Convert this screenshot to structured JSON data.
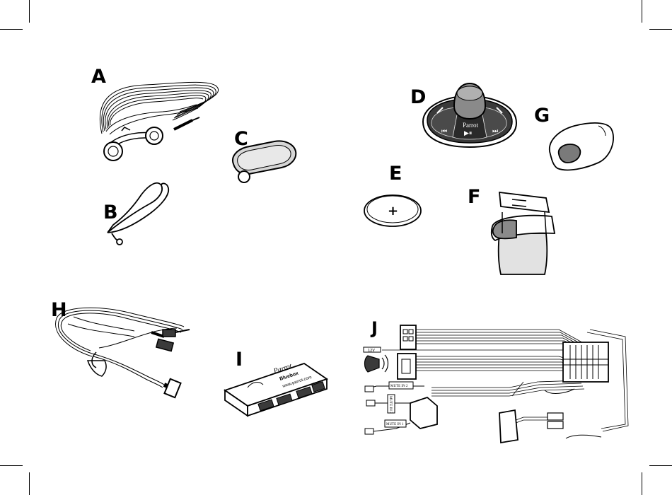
{
  "labels": {
    "a": "A",
    "b": "B",
    "c": "C",
    "d": "D",
    "e": "E",
    "f": "F",
    "g": "G",
    "h": "H",
    "i": "I",
    "j": "J"
  },
  "remote": {
    "brand": "Parrot",
    "prev_symbol": "⏮",
    "play_symbol": "▶⏸",
    "next_symbol": "⏭"
  },
  "battery": {
    "symbol": "+"
  },
  "bluebox": {
    "brand": "Parrot",
    "model": "Bluebox",
    "url": "www.parrot.com"
  },
  "harness": {
    "mute_in_2": "MUTE IN 2",
    "mute_in_3": "MUTE IN 3",
    "mute_in_1": "MUTE IN 1",
    "tag_12v": "12V"
  }
}
